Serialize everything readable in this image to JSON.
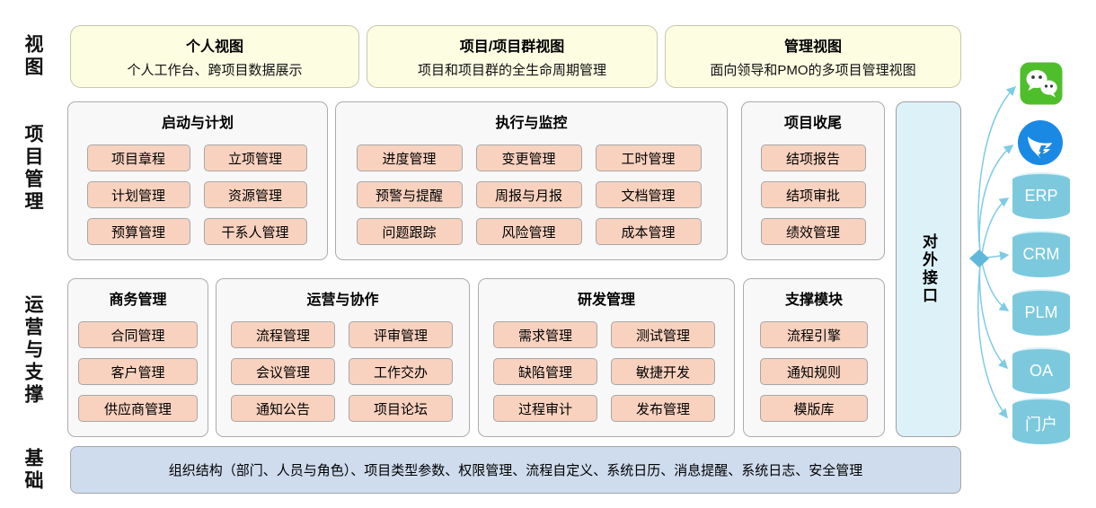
{
  "left_labels": {
    "view": "视图",
    "project_management": "项目管理",
    "operations_support": "运营与支撑",
    "foundation": "基础"
  },
  "views": [
    {
      "title": "个人视图",
      "subtitle": "个人工作台、跨项目数据展示"
    },
    {
      "title": "项目/项目群视图",
      "subtitle": "项目和项目群的全生命周期管理"
    },
    {
      "title": "管理视图",
      "subtitle": "面向领导和PMO的多项目管理视图"
    }
  ],
  "sections": [
    {
      "title": "启动与计划",
      "items": [
        "项目章程",
        "立项管理",
        "计划管理",
        "资源管理",
        "预算管理",
        "干系人管理"
      ]
    },
    {
      "title": "执行与监控",
      "items": [
        "进度管理",
        "变更管理",
        "工时管理",
        "预警与提醒",
        "周报与月报",
        "文档管理",
        "问题跟踪",
        "风险管理",
        "成本管理"
      ]
    },
    {
      "title": "项目收尾",
      "items": [
        "结项报告",
        "结项审批",
        "绩效管理"
      ]
    },
    {
      "title": "商务管理",
      "items": [
        "合同管理",
        "客户管理",
        "供应商管理"
      ]
    },
    {
      "title": "运营与协作",
      "items": [
        "流程管理",
        "评审管理",
        "会议管理",
        "工作交办",
        "通知公告",
        "项目论坛"
      ]
    },
    {
      "title": "研发管理",
      "items": [
        "需求管理",
        "测试管理",
        "缺陷管理",
        "敏捷开发",
        "过程审计",
        "发布管理"
      ]
    },
    {
      "title": "支撑模块",
      "items": [
        "流程引擎",
        "通知规则",
        "模版库"
      ]
    }
  ],
  "external_interface": {
    "label": "对外接口"
  },
  "foundation_bar": {
    "text": "组织结构（部门、人员与角色）、项目类型参数、权限管理、流程自定义、系统日历、消息提醒、系统日志、安全管理"
  },
  "integrations": {
    "icons": [
      {
        "name": "wechat-icon"
      },
      {
        "name": "dingtalk-icon"
      }
    ],
    "systems": [
      {
        "label": "ERP"
      },
      {
        "label": "CRM"
      },
      {
        "label": "PLM"
      },
      {
        "label": "OA"
      },
      {
        "label": "门户"
      }
    ]
  },
  "colors": {
    "view_box_fill": "#FDFDE2",
    "section_fill": "#F8F8F8",
    "item_fill": "#F9D2BF",
    "external_bar_fill": "#DDF1F8",
    "foundation_fill": "#CEDCEE",
    "cylinder_fill": "#7CC9DE",
    "arrow": "#7ECBE4",
    "wechat_green": "#4FBE2B",
    "dingtalk_blue": "#1989E4"
  }
}
